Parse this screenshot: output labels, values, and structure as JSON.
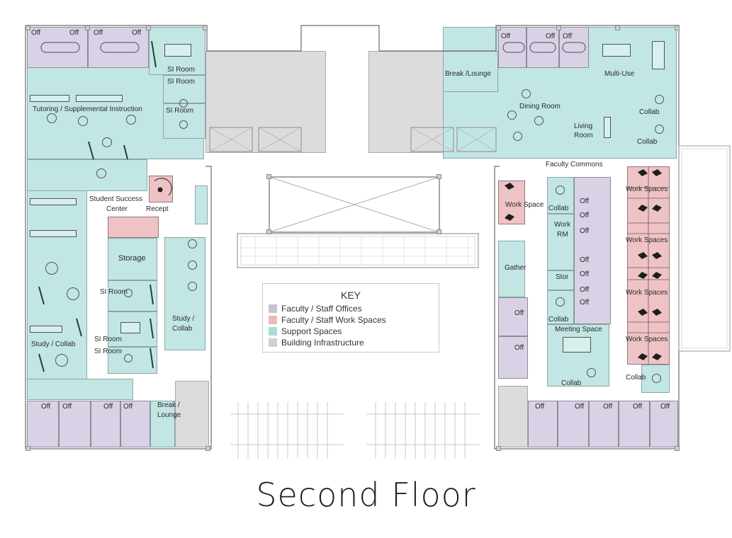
{
  "title": "Second Floor",
  "key": {
    "heading": "KEY",
    "items": [
      {
        "label": "Faculty / Staff Offices",
        "color": "#c9c2d6"
      },
      {
        "label": "Faculty / Staff Work Spaces",
        "color": "#eab8bd"
      },
      {
        "label": "Support Spaces",
        "color": "#a9dcd9"
      },
      {
        "label": "Building Infrastructure",
        "color": "#d8cdd2"
      }
    ]
  },
  "colors": {
    "office": "#d9d2e6",
    "work": "#efc2c6",
    "support": "#c2e6e4",
    "infrastructure": "#dcdcdc"
  },
  "west_wing": {
    "top_offices": [
      "Off",
      "Off",
      "Off",
      "Off"
    ],
    "si_room_1": "SI Room",
    "si_room_2": "SI Room",
    "si_room_3": "SI Room",
    "tutoring": "Tutoring / Supplemental Instruction",
    "student_success_1": "Student Success",
    "student_success_2": "Center",
    "recept": "Recept",
    "storage": "Storage",
    "si_room_4": "SI Room",
    "si_room_5": "SI Room",
    "si_room_6": "SI Room",
    "study_collab_right_1": "Study /",
    "study_collab_right_2": "Collab",
    "study_collab_left": "Study / Collab",
    "bottom_offices": [
      "Off",
      "Off",
      "Off",
      "Off"
    ],
    "break_1": "Break /",
    "break_2": "Lounge"
  },
  "east_wing": {
    "top_offices": [
      "Off",
      "Off",
      "Off"
    ],
    "break_lounge": "Break /Lounge",
    "multi_use": "Multi-Use",
    "dining_room": "Dining Room",
    "living_1": "Living",
    "living_2": "Room",
    "collab_top_1": "Collab",
    "collab_top_2": "Collab",
    "faculty_commons": "Faculty Commons",
    "work_space": "Work Space",
    "collab_mid": "Collab",
    "work_rm_1": "Work",
    "work_rm_2": "RM",
    "stor": "Stor",
    "gather": "Gather",
    "collab_lower": "Collab",
    "meeting_space": "Meeting Space",
    "collab_bottom": "Collab",
    "collab_corner": "Collab",
    "work_spaces": [
      "Work Spaces",
      "Work Spaces",
      "Work Spaces",
      "Work Spaces"
    ],
    "interior_offices": [
      "Off",
      "Off",
      "Off",
      "Off",
      "Off",
      "Off",
      "Off"
    ],
    "west_offices": [
      "Off",
      "Off"
    ],
    "bottom_offices": [
      "Off",
      "Off",
      "Off",
      "Off",
      "Off"
    ]
  }
}
